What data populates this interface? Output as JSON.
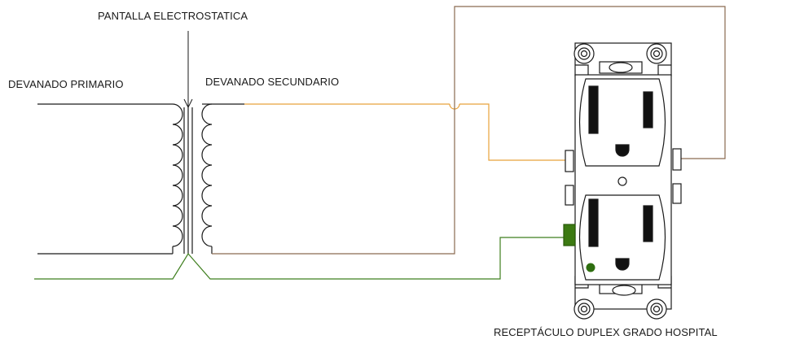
{
  "labels": {
    "screen": "PANTALLA ELECTROSTATICA",
    "primary": "DEVANADO PRIMARIO",
    "secondary": "DEVANADO SECUNDARIO",
    "receptacle": "RECEPTÁCULO DUPLEX GRADO HOSPITAL"
  },
  "colors": {
    "line": "#1a1a1a",
    "hot_wire": "#e8a23a",
    "neutral_wire": "#8a6a50",
    "ground_wire": "#3f7f1f",
    "ground_terminal": "#3c7a12",
    "ground_dot": "#2f6e10"
  }
}
